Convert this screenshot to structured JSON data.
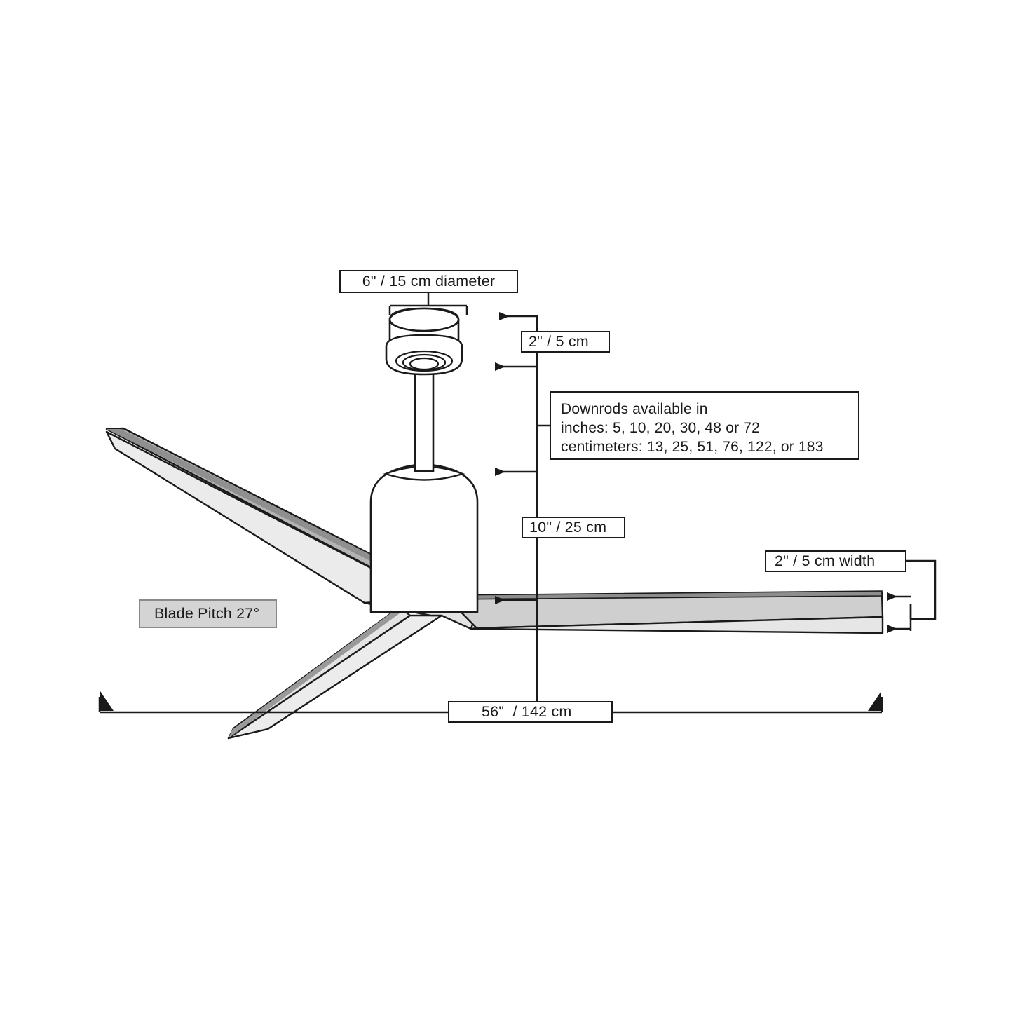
{
  "diagram": {
    "title": "Ceiling fan dimension diagram",
    "subject": "3-blade ceiling fan with downrod mount",
    "stroke_color": "#1a1a1a",
    "background_color": "#ffffff",
    "blade_fill_light": "#e9e9e9",
    "blade_fill_mid": "#d9d9d9",
    "blade_fill_dark": "#c9c9c9",
    "callout_shaded_fill": "#d4d4d4"
  },
  "callouts": {
    "canopy_diameter": {
      "text": "6\" / 15 cm diameter",
      "measure_inches": 6,
      "measure_cm": 15,
      "target": "canopy"
    },
    "canopy_height": {
      "text": "2\" / 5 cm",
      "measure_inches": 2,
      "measure_cm": 5,
      "target": "canopy-height"
    },
    "downrods": {
      "line1": "Downrods available in",
      "line2": "inches: 5, 10, 20, 30, 48 or 72",
      "line3": "centimeters: 13, 25, 51, 76, 122, or 183",
      "inches_options": [
        5,
        10,
        20,
        30,
        48,
        72
      ],
      "cm_options": [
        13,
        25,
        51,
        76,
        122,
        183
      ],
      "target": "downrod"
    },
    "motor_height": {
      "text": "10\" / 25 cm",
      "measure_inches": 10,
      "measure_cm": 25,
      "target": "motor-housing-height"
    },
    "blade_width": {
      "text": "2\" / 5 cm width",
      "measure_inches": 2,
      "measure_cm": 5,
      "target": "blade-width"
    },
    "blade_pitch": {
      "text": "Blade Pitch 27°",
      "degrees": 27,
      "target": "blade"
    },
    "fan_span": {
      "text": "56\"  / 142 cm",
      "measure_inches": 56,
      "measure_cm": 142,
      "target": "blade-span"
    }
  }
}
